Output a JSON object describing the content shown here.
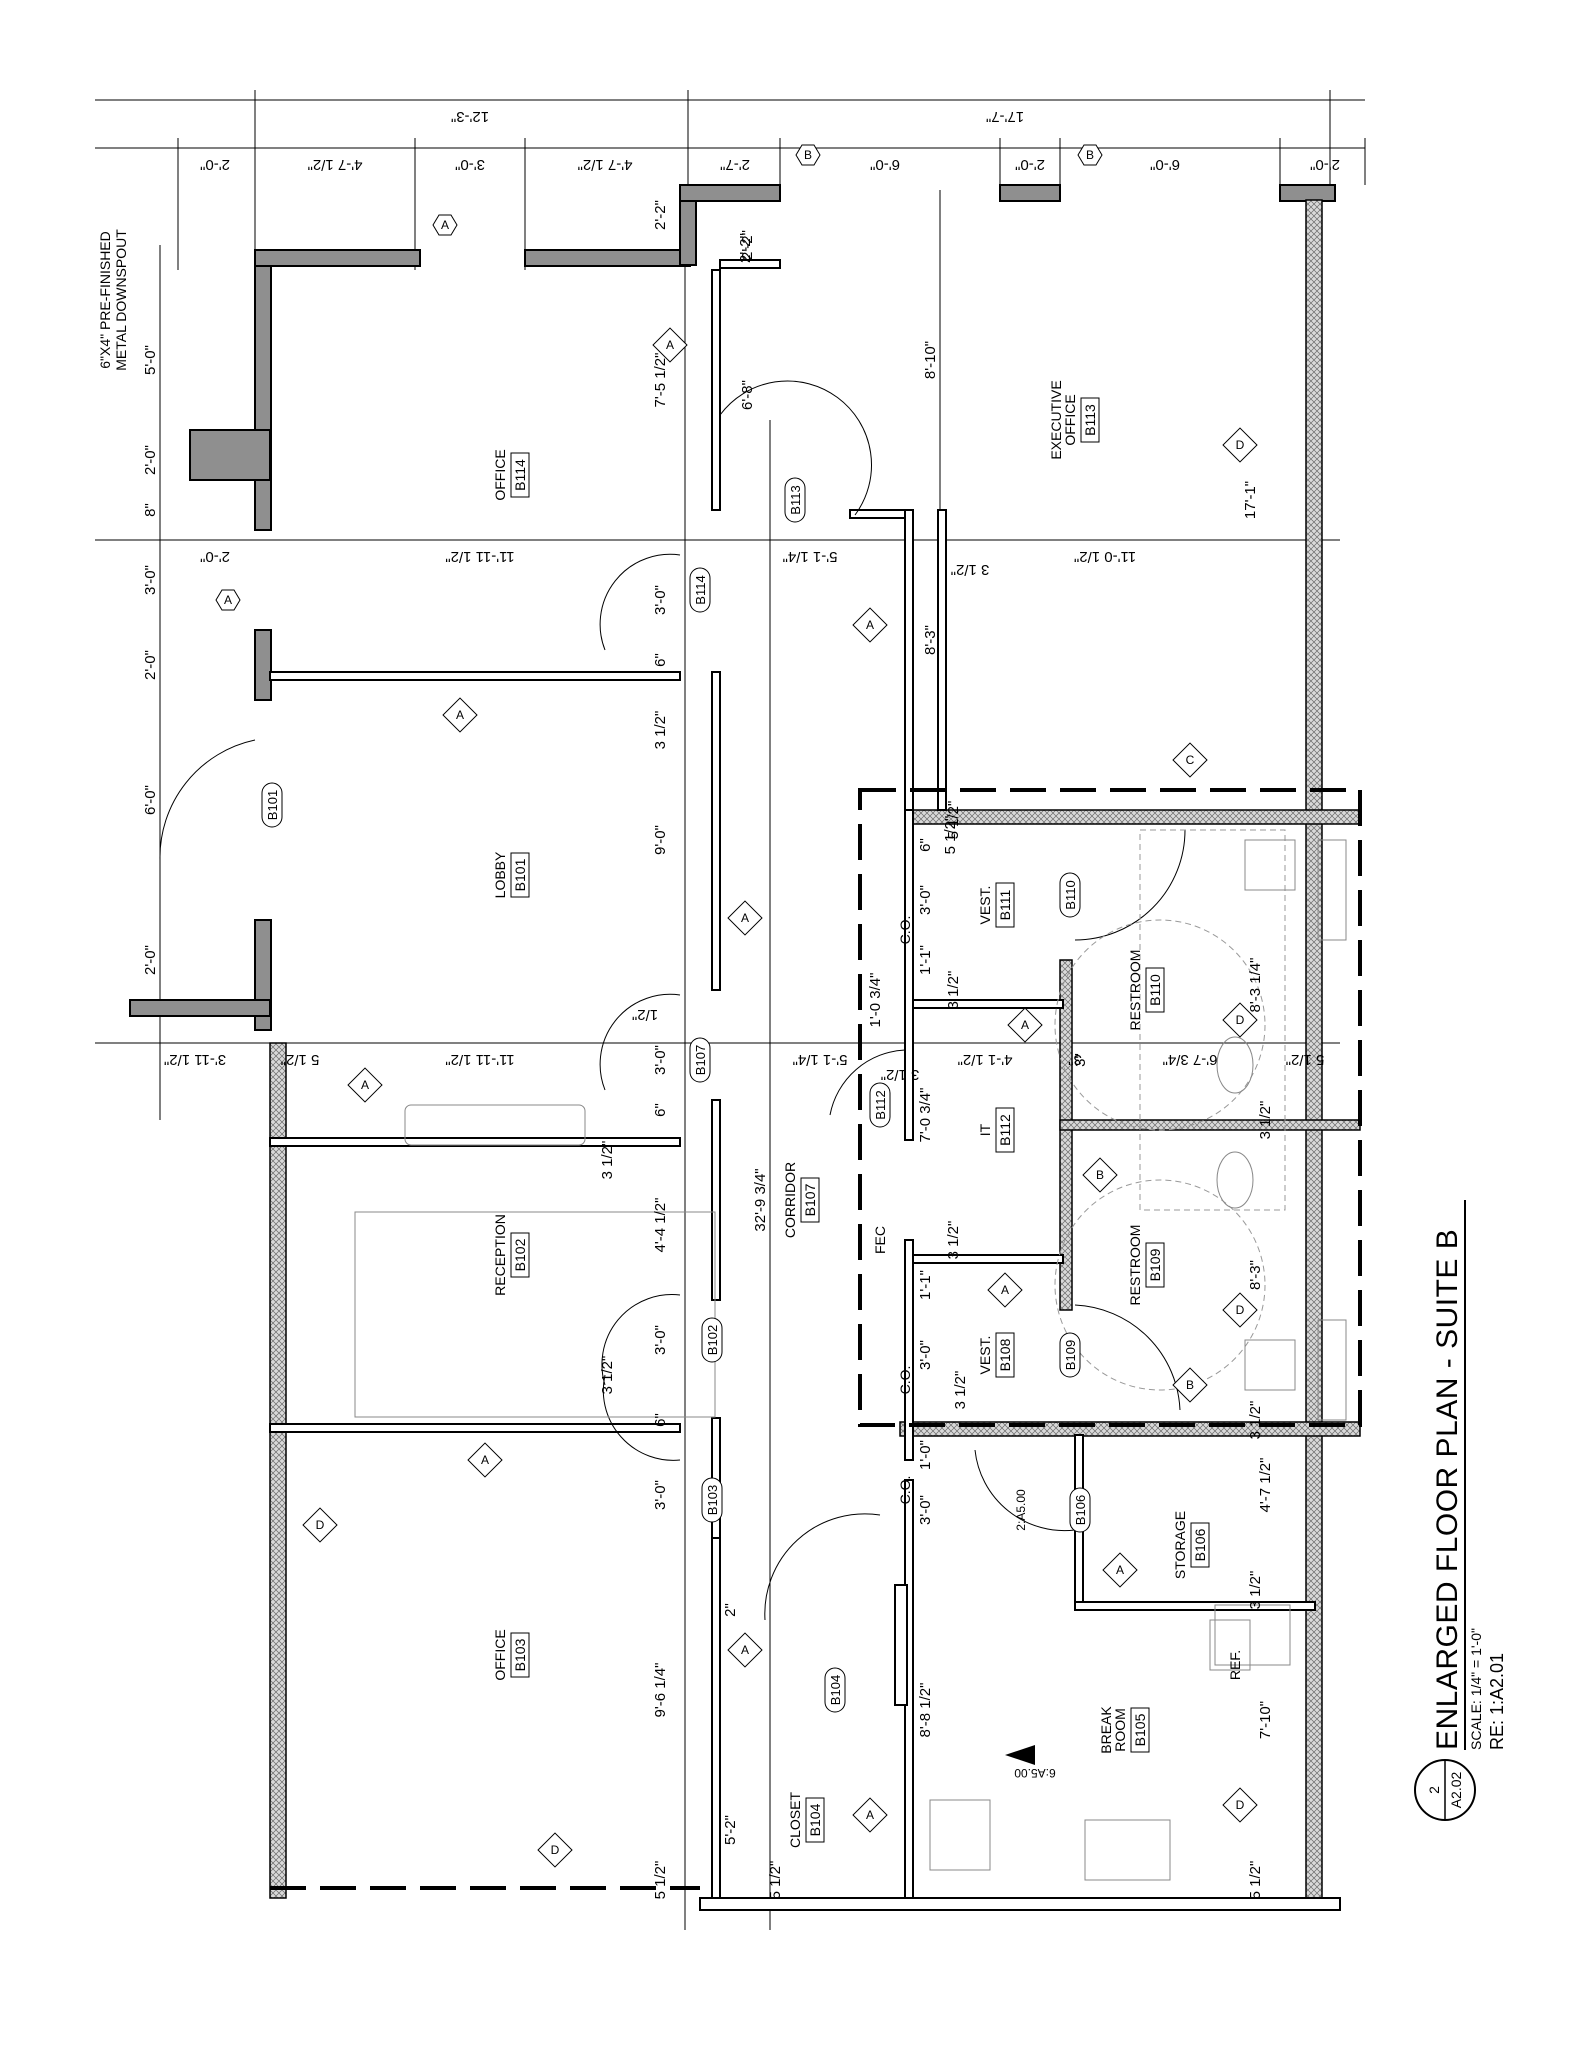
{
  "title": {
    "number": "2",
    "sheet": "A2.02",
    "name": "ENLARGED FLOOR PLAN - SUITE B",
    "scale": "SCALE: 1/4\" = 1'-0\"",
    "reference": "RE: 1:A2.01"
  },
  "note": {
    "line1": "6\"X4\" PRE-FINISHED",
    "line2": "METAL DOWNSPOUT"
  },
  "rooms": [
    {
      "name": "OFFICE",
      "number": "B114"
    },
    {
      "name": "EXECUTIVE",
      "name2": "OFFICE",
      "number": "B113"
    },
    {
      "name": "LOBBY",
      "number": "B101"
    },
    {
      "name": "RECEPTION",
      "number": "B102"
    },
    {
      "name": "OFFICE",
      "number": "B103"
    },
    {
      "name": "CORRIDOR",
      "number": "B107"
    },
    {
      "name": "VEST.",
      "number": "B111"
    },
    {
      "name": "RESTROOM",
      "number": "B110"
    },
    {
      "name": "IT",
      "number": "B112"
    },
    {
      "name": "RESTROOM",
      "number": "B109"
    },
    {
      "name": "VEST.",
      "number": "B108"
    },
    {
      "name": "STORAGE",
      "number": "B106"
    },
    {
      "name": "BREAK",
      "name2": "ROOM",
      "number": "B105"
    },
    {
      "name": "CLOSET",
      "number": "B104"
    }
  ],
  "door_tags": [
    "B114",
    "B113",
    "B101",
    "B107",
    "B112",
    "B102",
    "B103",
    "B104",
    "B110",
    "B109",
    "B106"
  ],
  "wall_tags": [
    "A",
    "B",
    "C",
    "D"
  ],
  "labels": {
    "fec": "FEC",
    "co": "C.O.",
    "ref": "REF.",
    "section": "2:A5.00",
    "elev": "6:A5.00"
  },
  "dims_top": [
    "12'-3\"",
    "17'-7\"",
    "2'-0\"",
    "4'-7 1/2\"",
    "3'-0\"",
    "4'-7 1/2\"",
    "2'-7\"",
    "6'-0\"",
    "2'-0\"",
    "6'-0\"",
    "2'-0\""
  ],
  "dims_left": [
    "5'-0\"",
    "2'-0\"",
    "8\"",
    "3'-0\"",
    "2'-0\"",
    "6'-0\"",
    "2'-0\""
  ],
  "dims_mid": [
    "2'-0\"",
    "11'-11 1/2\"",
    "11'-0 1/2\"",
    "3'-11 1/2\"",
    "5 1/2\"",
    "11'-11 1/2\"",
    "4'-1 1/2\"",
    "3\"",
    "6'-7 3/4\"",
    "5 1/2\"",
    "5'-1 1/4\"",
    "3 1/2\"",
    "5'-1 1/4\"",
    "3 1/2\"",
    "2'-2\"",
    "1/2\""
  ],
  "dims_vert": [
    "2'-2\"",
    "2'-2\"",
    "7'-5 1/2\"",
    "6'-8\"",
    "8'-10\"",
    "17'-1\"",
    "3'-0\"",
    "6\"",
    "3 1/2\"",
    "9'-0\"",
    "3'-0\"",
    "6\"",
    "3 1/2\"",
    "4'-4 1/2\"",
    "3'-0\"",
    "3 1/2\"",
    "6\"",
    "3'-0\"",
    "2\"",
    "9'-6 1/4\"",
    "5'-2\"",
    "32'-9 3/4\"",
    "8'-3\"",
    "5 1/2\"",
    "6\"",
    "3'-0\"",
    "1'-1\"",
    "3 1/2\"",
    "1'-0 3/4\"",
    "7'-0 3/4\"",
    "3 1/2\"",
    "1'-1\"",
    "3'-0\"",
    "3 1/2\"",
    "1'-0\"",
    "3'-0\"",
    "8'-8 1/2\"",
    "5 1/2\"",
    "5 1/2\"",
    "8'-3 1/4\"",
    "8'-3\"",
    "3 1/2\"",
    "4'-7 1/2\"",
    "3 1/2\"",
    "7'-10\"",
    "5 1/2\"",
    "5 1/2\"",
    "3 1/2\"",
    "3\""
  ]
}
